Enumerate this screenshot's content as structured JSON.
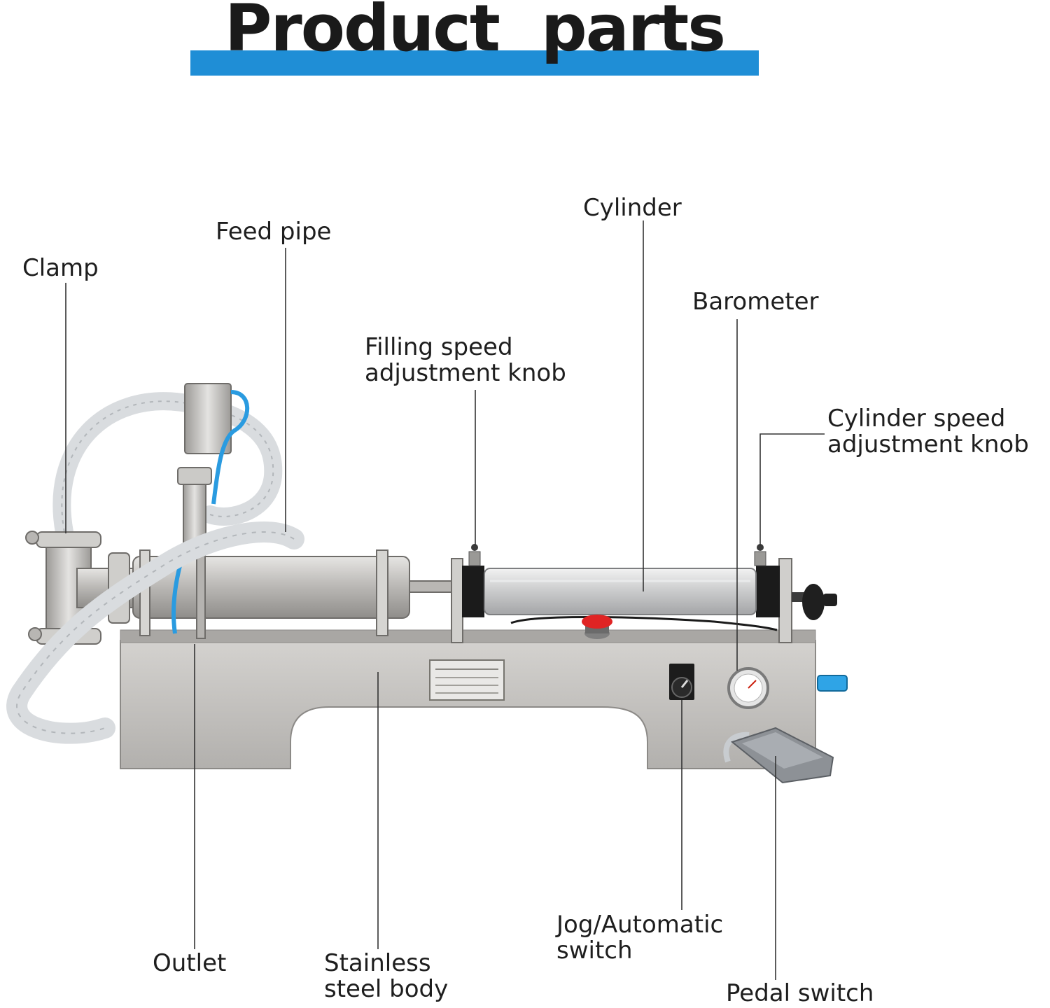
{
  "title": "Product  parts",
  "colors": {
    "title_bar": "#1f8ed6",
    "title_text": "#1a1a1a",
    "label_text": "#1e1e1e",
    "leader_line": "#333333",
    "machine_body": "#c8c6c3",
    "tubing_blue": "#2a9be0",
    "emergency_button": "#e02424"
  },
  "parts": [
    {
      "key": "clamp",
      "label": "Clamp"
    },
    {
      "key": "feed_pipe",
      "label": "Feed pipe"
    },
    {
      "key": "cylinder",
      "label": "Cylinder"
    },
    {
      "key": "barometer",
      "label": "Barometer"
    },
    {
      "key": "filling_speed_knob",
      "label": "Filling speed\nadjustment knob"
    },
    {
      "key": "cylinder_speed_knob",
      "label": "Cylinder speed\nadjustment knob"
    },
    {
      "key": "outlet",
      "label": "Outlet"
    },
    {
      "key": "stainless_body",
      "label": "Stainless\nsteel body"
    },
    {
      "key": "jog_switch",
      "label": "Jog/Automatic\nswitch"
    },
    {
      "key": "pedal_switch",
      "label": "Pedal switch"
    }
  ]
}
